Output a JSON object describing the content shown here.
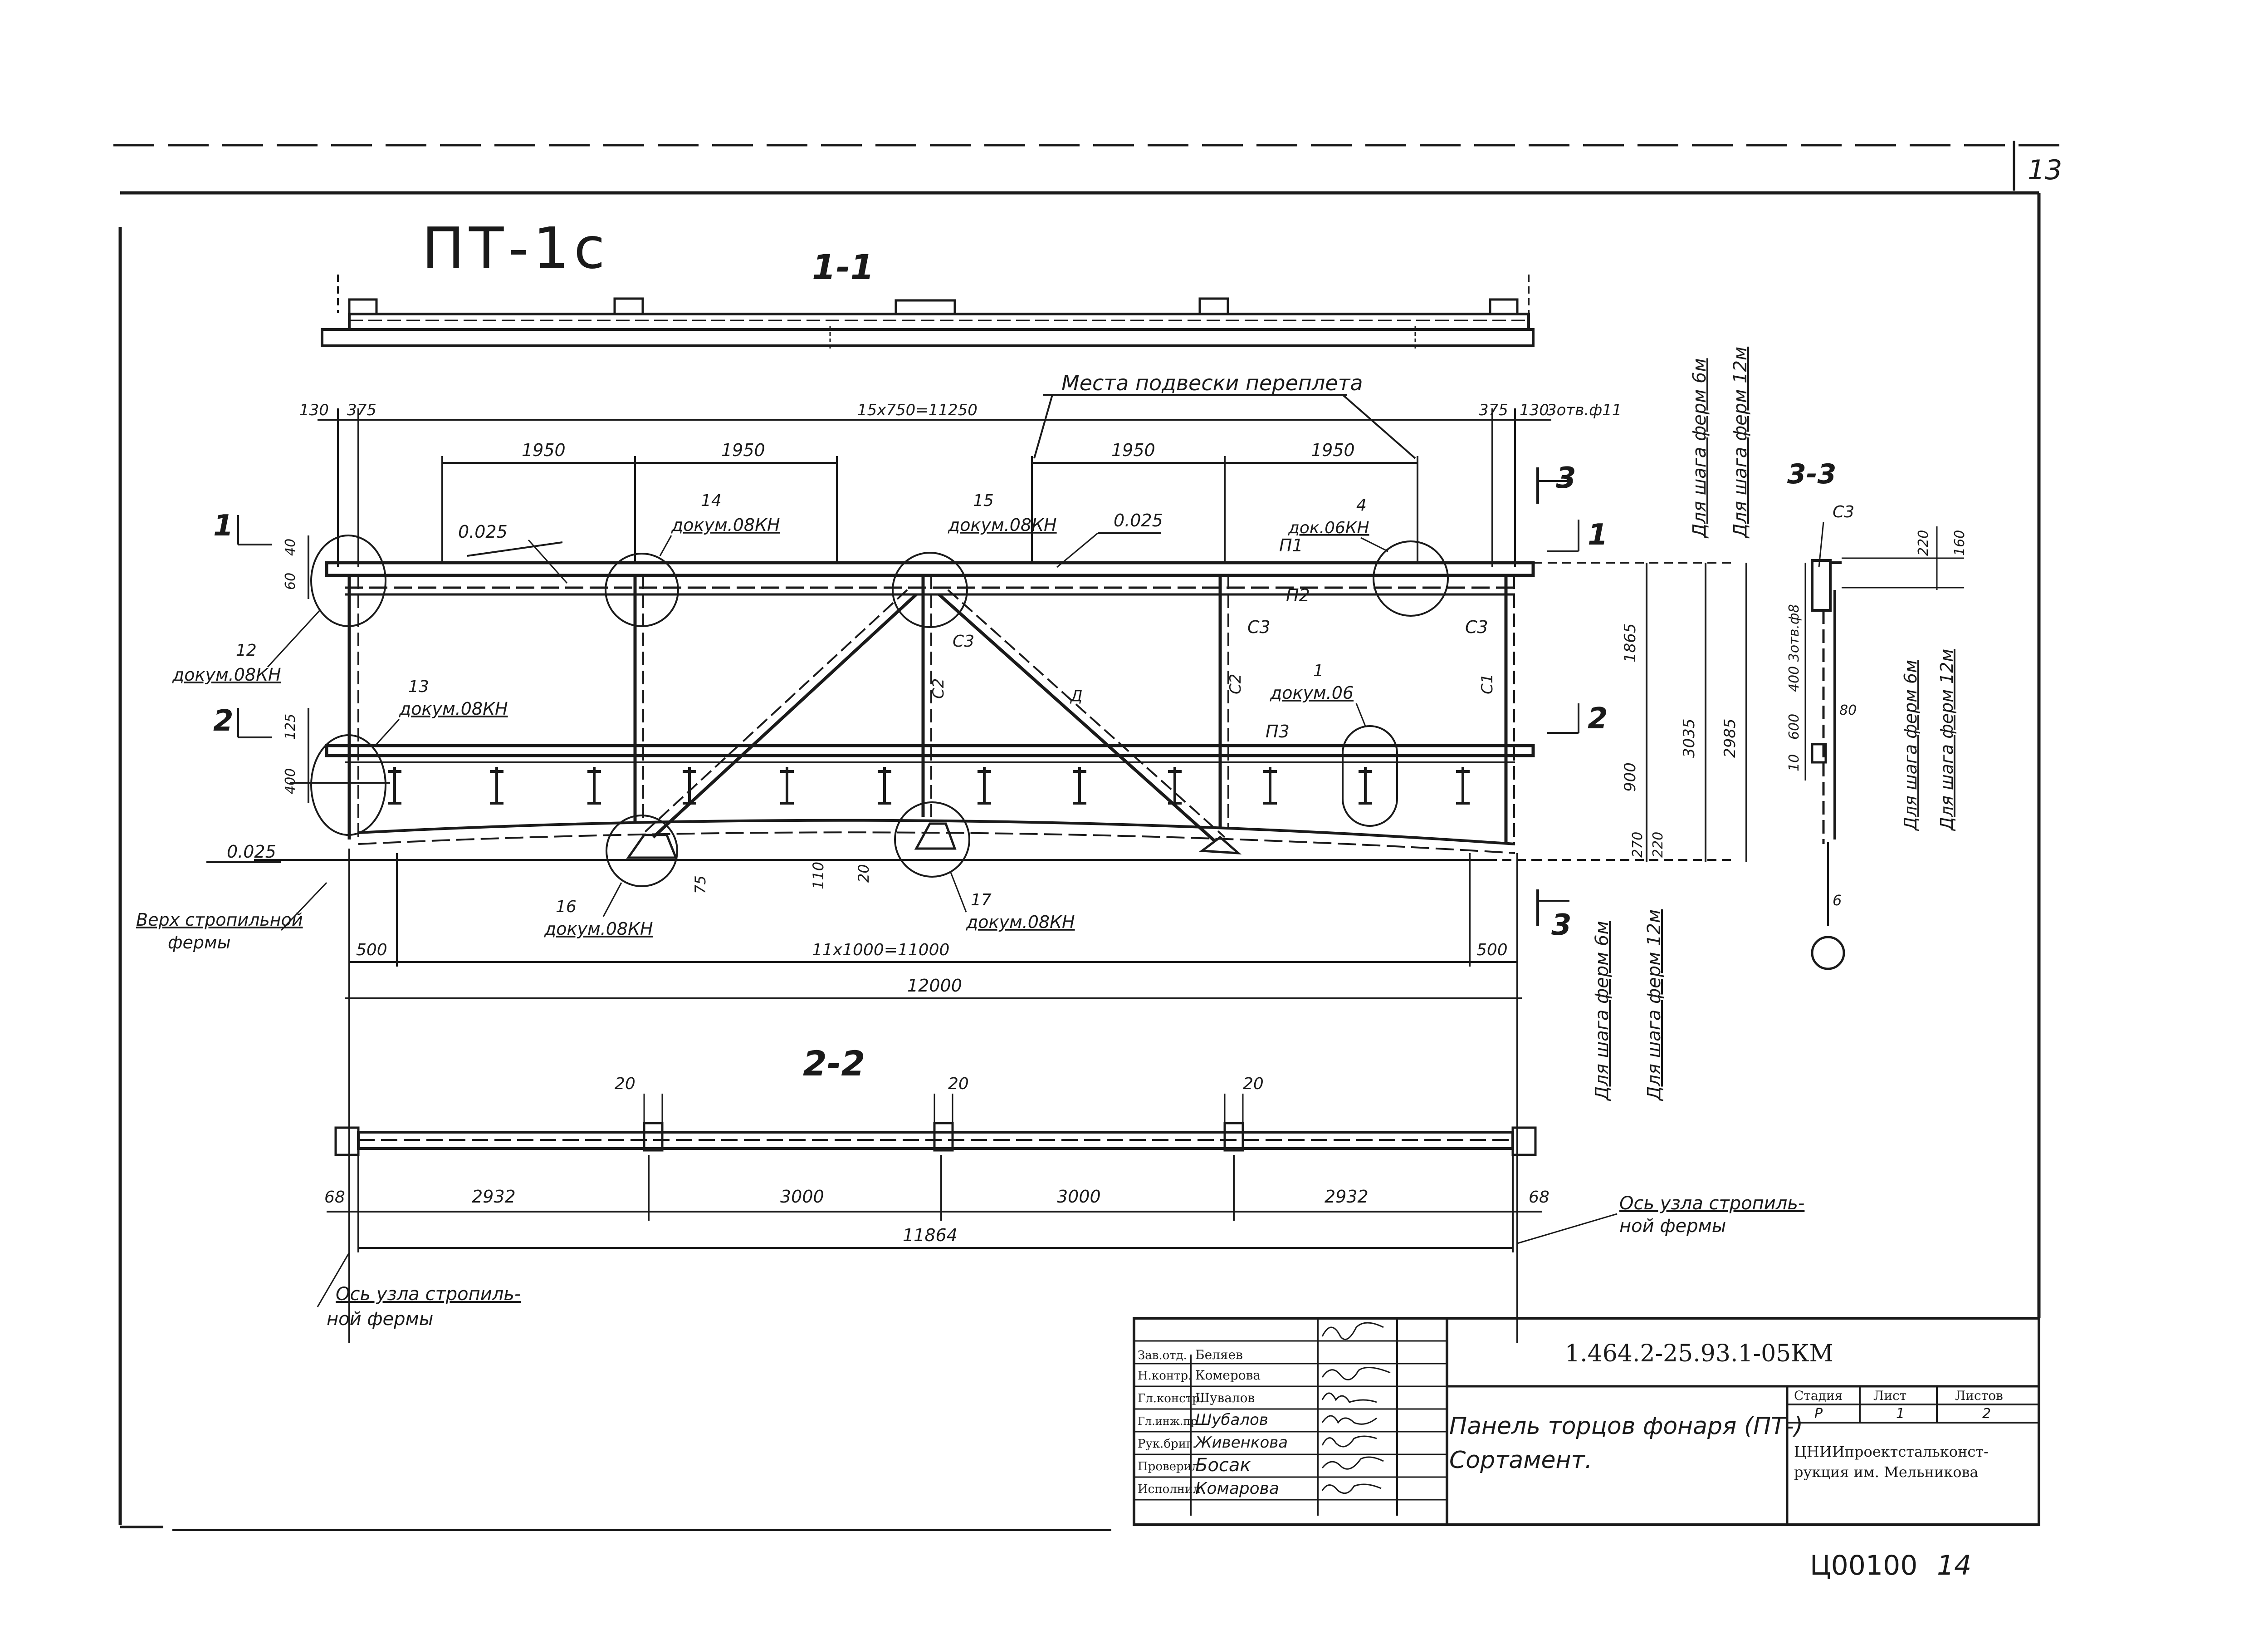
{
  "sheet": {
    "corner_number": "13",
    "bottom_code": "Ц00100",
    "bottom_page": "14"
  },
  "panel_mark": "ПТ-1с",
  "sections": {
    "s11": "1-1",
    "s22": "2-2",
    "s33": "3-3",
    "cut1": "1",
    "cut2": "2",
    "cut3": "3"
  },
  "elevation": {
    "hang_note": "Места подвески переплета",
    "hole_note": "3отв.ф11",
    "slope": "0.025",
    "truss_top_note_1": "Верх стропильной",
    "truss_top_note_2": "фермы",
    "dims": {
      "d130": "130",
      "d375": "375",
      "top_span": "15х750=11250",
      "d1950": "1950",
      "d60": "60",
      "d40": "40",
      "d125": "125",
      "d400": "400",
      "d1865": "1865",
      "d900": "900",
      "d270": "270",
      "d220": "220",
      "d3035": "3035",
      "d2985": "2985",
      "d75": "75",
      "d110": "110",
      "d20": "20",
      "d500": "500",
      "bottom_span": "11х1000=11000",
      "total": "12000"
    },
    "nodes": [
      {
        "num": "12",
        "doc": "докум.08КН"
      },
      {
        "num": "13",
        "doc": "докум.08КН"
      },
      {
        "num": "14",
        "doc": "докум.08КН"
      },
      {
        "num": "15",
        "doc": "докум.08КН"
      },
      {
        "num": "4",
        "doc": "док.06КН"
      },
      {
        "num": "1",
        "doc": "докум.06"
      },
      {
        "num": "16",
        "doc": "докум.08КН"
      },
      {
        "num": "17",
        "doc": "докум.08КН"
      }
    ],
    "marks": {
      "p1": "П1",
      "p2": "П2",
      "p3": "П3",
      "c1": "С1",
      "c2": "С2",
      "c3": "С3",
      "d": "Д"
    },
    "vertical_notes": {
      "step6": "Для шага ферм 6м",
      "step12": "Для шага ферм 12м"
    }
  },
  "section22": {
    "d20": "20",
    "d68": "68",
    "d2932": "2932",
    "d3000": "3000",
    "total": "11864",
    "axis_note_1": "Ось узла стропиль-",
    "axis_note_2": "ной фермы"
  },
  "section33": {
    "c3": "С3",
    "d220": "220",
    "d160": "160",
    "d400_holes": "400 3отв.ф8",
    "d600": "600",
    "d10": "10",
    "d80": "80",
    "d6": "6"
  },
  "title_block": {
    "doc_code": "1.464.2-25.93.1-05КМ",
    "title_line1": "Панель торцов фонаря (ПТ-)",
    "title_line2": "Сортамент.",
    "stage_label": "Стадия",
    "sheet_label": "Лист",
    "sheets_label": "Листов",
    "stage": "Р",
    "sheet": "1",
    "sheets": "2",
    "org_line1": "ЦНИИпроектстальконст-",
    "org_line2": "рукция им. Мельникова",
    "signatures": [
      {
        "role": "Зав.отд.",
        "name": "Беляев"
      },
      {
        "role": "Н.контр.",
        "name": "Комерова"
      },
      {
        "role": "Гл.констр.",
        "name": "Шувалов"
      },
      {
        "role": "Гл.инж.пр.",
        "name": "Шубалов"
      },
      {
        "role": "Рук.бриг.",
        "name": "Живенкова"
      },
      {
        "role": "Проверил",
        "name": "Босак"
      },
      {
        "role": "Исполнил",
        "name": "Комарова"
      }
    ]
  }
}
